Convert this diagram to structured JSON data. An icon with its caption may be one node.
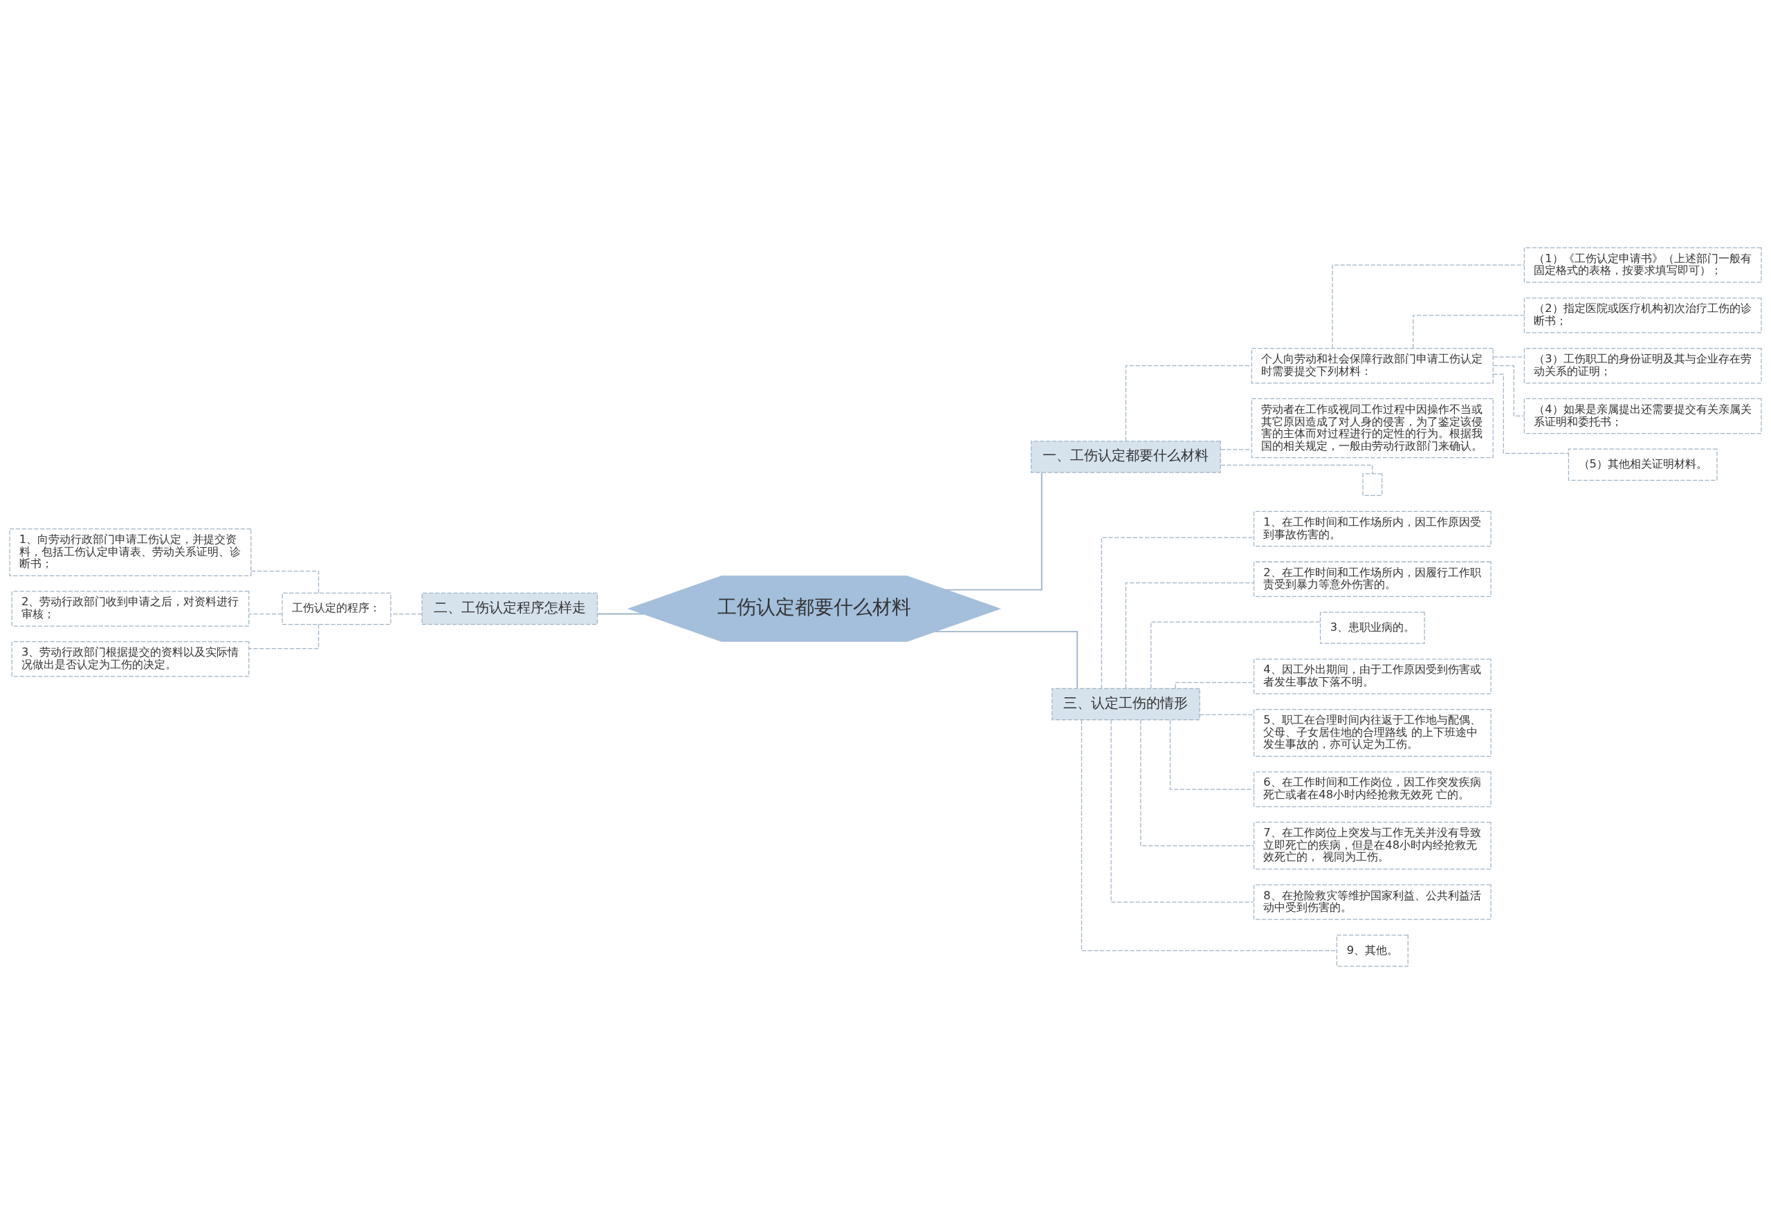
{
  "diagram": {
    "nodes": [
      {
        "text": [
          "工伤认定都要什么材料"
        ]
      },
      {
        "text": [
          "一、工伤认定都要什么材料"
        ]
      },
      {
        "text": [
          "个人向劳动和社会保障行政部门申请工伤认定时需要提交下列材料："
        ]
      },
      {
        "text": [
          "（1）《工伤认定申请书》（上述部门一般有固定格式的表格，按要求填写即可）；"
        ]
      },
      {
        "text": [
          "（2）指定医院或医疗机构初次治疗工伤的诊断书；"
        ]
      },
      {
        "text": [
          "（3）工伤职工的身份证明及其与企业存在劳动关系的证明；"
        ]
      },
      {
        "text": [
          "（4）如果是亲属提出还需要提交有关亲属关系证明和委托书；"
        ]
      },
      {
        "text": [
          "（5）其他相关证明材料。"
        ]
      },
      {
        "text": [
          "劳动者在工作或视同工作过程中因操作不当或其它原因造成了对人身的侵害，为了鉴定该侵害的主体而对过程进行的定性的行为。根据我国的相关规定，一般由劳动行政部门来确认。"
        ]
      },
      {
        "text": [],
        "shape": "box"
      },
      {
        "text": [
          "三、认定工伤的情形"
        ]
      },
      {
        "text": [
          "1、在工作时间和工作场所内，因工作原因受到事故伤害的。"
        ]
      },
      {
        "text": [
          "2、在工作时间和工作场所内，因履行工作职责受到暴力等意外伤害的。"
        ]
      },
      {
        "text": [
          "3、患职业病的。"
        ]
      },
      {
        "text": [
          "4、因工外出期间，由于工作原因受到伤害或者发生事故下落不明。"
        ]
      },
      {
        "text": [
          "5、职工在合理时间内往返于工作地与配偶、父母、子女居住地的合理路线 的上下班途中发生事故的，亦可认定为工伤。"
        ]
      },
      {
        "text": [
          "6、在工作时间和工作岗位，因工作突发疾病死亡或者在48小时内经抢救无效死 亡的。"
        ]
      },
      {
        "text": [
          "7、在工作岗位上突发与工作无关并没有导致立即死亡的疾病，但是在48小时内经抢救无效死亡的， 视同为工伤。"
        ]
      },
      {
        "text": [
          "8、在抢险救灾等维护国家利益、公共利益活动中受到伤害的。"
        ]
      },
      {
        "text": [
          "9、其他。"
        ]
      },
      {
        "text": [
          "二、工伤认定程序怎样走"
        ]
      },
      {
        "text": [
          "工伤认定的程序："
        ]
      },
      {
        "text": [
          "1、向劳动行政部门申请工伤认定，并提交资料，包括工伤认定申请表、劳动关系证明、诊断书；"
        ]
      },
      {
        "text": [
          "2、劳动行政部门收到申请之后，对资料进行审核；"
        ]
      },
      {
        "text": [
          "3、劳动行政部门根据提交的资料以及实际情况做出是否认定为工伤的决定。"
        ]
      }
    ],
    "edges": [
      {
        "from": 0,
        "to": 1,
        "arrow": "none"
      },
      {
        "from": 1,
        "to": 2,
        "arrow": "none",
        "style": "dashed"
      },
      {
        "from": 2,
        "to": 3,
        "arrow": "none",
        "style": "dashed"
      },
      {
        "from": 2,
        "to": 4,
        "arrow": "none",
        "style": "dashed"
      },
      {
        "from": 2,
        "to": 5,
        "arrow": "none",
        "style": "dashed"
      },
      {
        "from": 2,
        "to": 6,
        "arrow": "none",
        "style": "dashed"
      },
      {
        "from": 2,
        "to": 7,
        "arrow": "none",
        "style": "dashed"
      },
      {
        "from": 1,
        "to": 8,
        "arrow": "none",
        "style": "dashed"
      },
      {
        "from": 1,
        "to": 9,
        "arrow": "none",
        "style": "dashed"
      },
      {
        "from": 0,
        "to": 10,
        "arrow": "none"
      },
      {
        "from": 10,
        "to": 11,
        "arrow": "none",
        "style": "dashed"
      },
      {
        "from": 10,
        "to": 12,
        "arrow": "none",
        "style": "dashed"
      },
      {
        "from": 10,
        "to": 13,
        "arrow": "none",
        "style": "dashed"
      },
      {
        "from": 10,
        "to": 14,
        "arrow": "none",
        "style": "dashed"
      },
      {
        "from": 10,
        "to": 15,
        "arrow": "none",
        "style": "dashed"
      },
      {
        "from": 10,
        "to": 16,
        "arrow": "none",
        "style": "dashed"
      },
      {
        "from": 10,
        "to": 17,
        "arrow": "none",
        "style": "dashed"
      },
      {
        "from": 10,
        "to": 18,
        "arrow": "none",
        "style": "dashed"
      },
      {
        "from": 10,
        "to": 19,
        "arrow": "none",
        "style": "dashed"
      },
      {
        "from": 0,
        "to": 20,
        "arrow": "none"
      },
      {
        "from": 20,
        "to": 21,
        "arrow": "none",
        "style": "dashed"
      },
      {
        "from": 21,
        "to": 22,
        "arrow": "none",
        "style": "dashed"
      },
      {
        "from": 21,
        "to": 23,
        "arrow": "none",
        "style": "dashed"
      },
      {
        "from": 21,
        "to": 24,
        "arrow": "none",
        "style": "dashed"
      }
    ]
  }
}
